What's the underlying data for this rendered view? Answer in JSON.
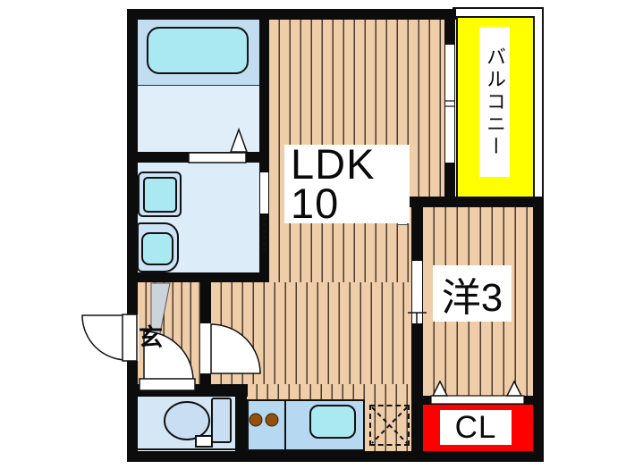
{
  "plan_title": "apartment-floor-plan",
  "rooms": {
    "ldk": {
      "name": "LDK",
      "size_tatami": "10"
    },
    "western_room": {
      "name": "洋3"
    },
    "balcony": {
      "name": "バルコニー"
    },
    "closet": {
      "name": "CL"
    },
    "entrance": {
      "name": "玄"
    }
  },
  "fixtures": [
    "bathtub",
    "bathroom-folding-door",
    "washing-machine-pan",
    "vanity-basin",
    "toilet",
    "entrance-door",
    "interior-hinged-doors",
    "sliding-window-balcony",
    "sliding-door-western-room",
    "kitchen-sink",
    "gas-stove-two-burners",
    "refrigerator-space",
    "closet-folding-door",
    "entrance-step"
  ],
  "colors": {
    "wall": "#0c0c0c",
    "flooring_tan": "#f0cda9",
    "room_blue": "#dcecf9",
    "water_cyan": "#aae8f2",
    "balcony_yellow": "#ffff00",
    "closet_red": "#ff0000",
    "entrance_gray": "#ccd3da",
    "burner_brown": "#94500c"
  }
}
